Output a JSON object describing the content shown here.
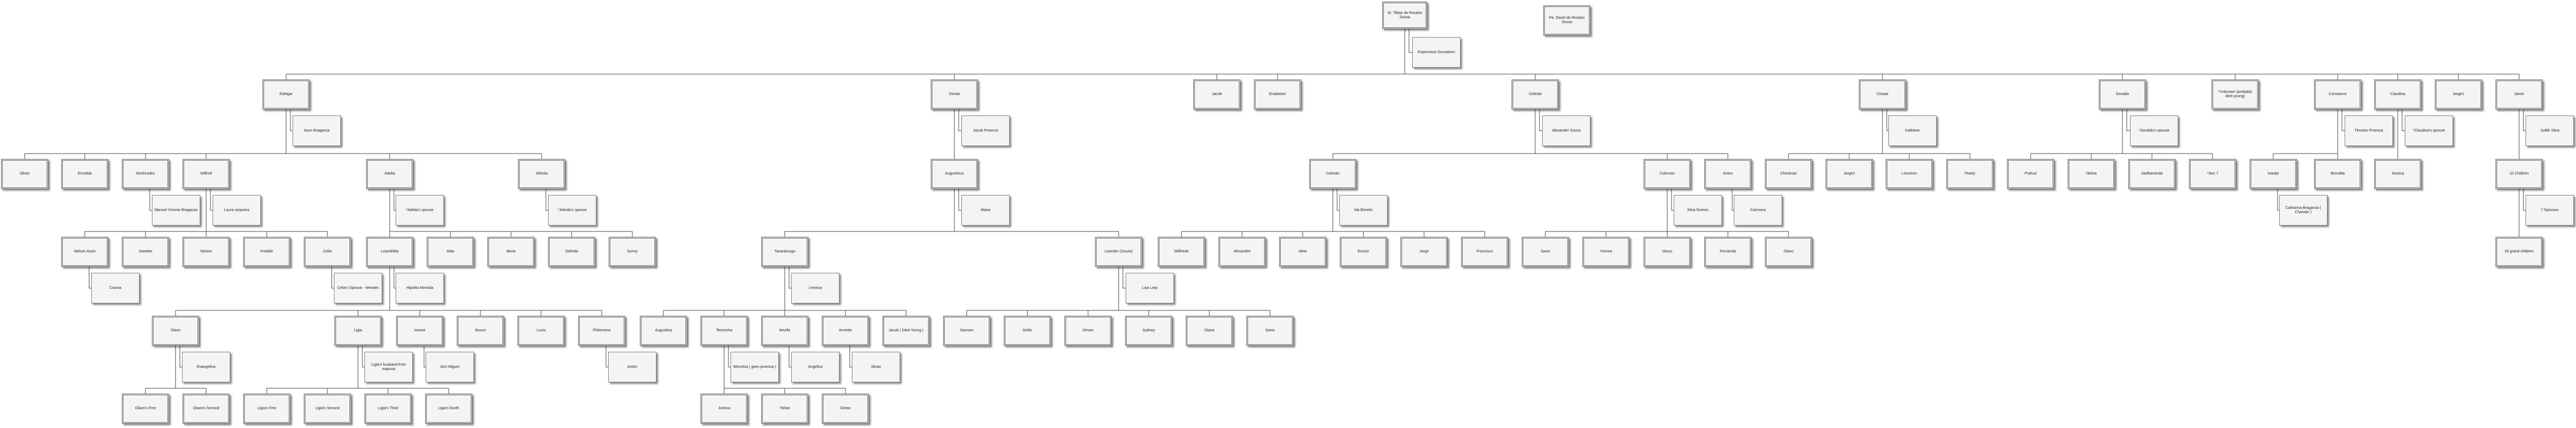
{
  "nodes": {
    "n_root1": {
      "label": "Sr. Tibias do Rosário Sousa",
      "main": true
    },
    "n_root2": {
      "label": "Pe. David do Rosário Sousa",
      "main": true
    },
    "n_esperanca": {
      "label": "Esperciosa Gonsalves",
      "main": false
    },
    "n_edegar": {
      "label": "Edeigar",
      "main": true
    },
    "n_avon": {
      "label": "Avon Braganza",
      "main": false
    },
    "n_otmila": {
      "label": "Otmila",
      "main": true
    },
    "n_jacob": {
      "label": "Jacob Proenca",
      "main": false
    },
    "n_jacob2": {
      "label": "Jacob",
      "main": true
    },
    "n_eradwiner": {
      "label": "Eradwiner",
      "main": true
    },
    "n_celinda": {
      "label": "Celinda",
      "main": true
    },
    "n_alexander": {
      "label": "Alexander Souza",
      "main": false
    },
    "n_cesaar": {
      "label": "Cesaar",
      "main": true
    },
    "n_kathleen": {
      "label": "Kathleen",
      "main": false
    },
    "n_geraldo": {
      "label": "Geraldo",
      "main": true
    },
    "n_geraldospouse": {
      "label": "*Geraldo's spouse",
      "main": false
    },
    "n_unknown": {
      "label": "*Unknown (probably died young)",
      "main": true
    },
    "n_constance": {
      "label": "Constance",
      "main": true
    },
    "n_timoteo": {
      "label": "Timoteo Proenca",
      "main": false
    },
    "n_claudina": {
      "label": "Claudina",
      "main": true
    },
    "n_claudinaspouse": {
      "label": "*Claudina's spouse",
      "main": false
    },
    "n_jorge1": {
      "label": "Jorge1",
      "main": true
    },
    "n_jaime": {
      "label": "Jaime",
      "main": true
    },
    "n_judith": {
      "label": "Judith Silva",
      "main": false
    },
    "n_olinto": {
      "label": "Olinto",
      "main": true
    },
    "n_ermelda": {
      "label": "Ermelda",
      "main": true
    },
    "n_gerthrudes": {
      "label": "Gerthrudes",
      "main": true
    },
    "n_manuelvicente": {
      "label": "Manuel Vicente Braganza",
      "main": false
    },
    "n_wilfred": {
      "label": "Wilfred",
      "main": true
    },
    "n_laurasequeira": {
      "label": "Laura sequeira",
      "main": false
    },
    "n_adelia": {
      "label": "Adelia",
      "main": true
    },
    "n_adeliaspouse": {
      "label": "*Adelia's spouse",
      "main": false
    },
    "n_jelinda": {
      "label": "Jelinda",
      "main": true
    },
    "n_jelindaspouse": {
      "label": "*Jelinda's spouse",
      "main": false
    },
    "n_augustinus": {
      "label": "Augustinus",
      "main": true
    },
    "n_maria": {
      "label": "Maria",
      "main": false
    },
    "n_celestin": {
      "label": "Celestin",
      "main": true
    },
    "n_idaberetto": {
      "label": "Ida Beretto",
      "main": false
    },
    "n_coloman": {
      "label": "Coloman",
      "main": true
    },
    "n_silvagomes": {
      "label": "Silva Gomes",
      "main": false
    },
    "n_anton": {
      "label": "Anton",
      "main": true
    },
    "n_carmona": {
      "label": "Carmona",
      "main": false
    },
    "n_christinas": {
      "label": "Christinas",
      "main": true
    },
    "n_jorge2": {
      "label": "Jorge2",
      "main": true
    },
    "n_leonines": {
      "label": "Leonines",
      "main": true
    },
    "n_pearly": {
      "label": "Pearly",
      "main": true
    },
    "n_prafuul": {
      "label": "Prafuul",
      "main": true
    },
    "n_nitsha": {
      "label": "Nitsha",
      "main": true
    },
    "n_sadhananda": {
      "label": "Sadhananda",
      "main": true
    },
    "n_son7": {
      "label": "*Son 7",
      "main": true
    },
    "n_ivantjo": {
      "label": "Ivantjo",
      "main": true
    },
    "n_catharina": {
      "label": "Catharina Braganza ( Chandor )",
      "main": false
    },
    "n_brendita": {
      "label": "Brendita",
      "main": true
    },
    "n_jessica": {
      "label": "Jessica",
      "main": true
    },
    "n_10children": {
      "label": "10 Children",
      "main": true
    },
    "n_7spouses": {
      "label": "7 Spouses",
      "main": false
    },
    "n_28grand": {
      "label": "28 grand children",
      "main": true
    },
    "n_nelsonassis": {
      "label": "Nelson Assis",
      "main": true
    },
    "n_cosma": {
      "label": "Cosma",
      "main": false
    },
    "n_jewelee": {
      "label": "Jewelee",
      "main": true
    },
    "n_nelson": {
      "label": "Nelson",
      "main": true
    },
    "n_freddie": {
      "label": "Freddie",
      "main": true
    },
    "n_celia": {
      "label": "Celia",
      "main": true
    },
    "n_celiaspouse": {
      "label": "Celia's Spouse - Mendes",
      "main": false
    },
    "n_leandrilda": {
      "label": "Leandrilda",
      "main": true
    },
    "n_hipolito": {
      "label": "Hipolito Almeida",
      "main": false
    },
    "n_alda": {
      "label": "Alda",
      "main": true
    },
    "n_berta": {
      "label": "Berta",
      "main": true
    },
    "n_delinda": {
      "label": "Delinda",
      "main": true
    },
    "n_sunny": {
      "label": "Sunny",
      "main": true
    },
    "n_tavaratunga": {
      "label": "Tavaratunga",
      "main": true
    },
    "n_leonica": {
      "label": "Leonica",
      "main": false
    },
    "n_leandersouza": {
      "label": "Leander (Souza)",
      "main": true
    },
    "n_lisaleta": {
      "label": "Lisa Leta",
      "main": false
    },
    "n_wilfriedo": {
      "label": "Wilfriedo",
      "main": true
    },
    "n_alexandre": {
      "label": "Alexandre",
      "main": true
    },
    "n_aline": {
      "label": "Aline",
      "main": true
    },
    "n_eunice": {
      "label": "Eunice",
      "main": true
    },
    "n_jorge": {
      "label": "Jorge",
      "main": true
    },
    "n_francisco": {
      "label": "Francisco",
      "main": true
    },
    "n_savio": {
      "label": "Savio",
      "main": true
    },
    "n_yvonne": {
      "label": "Yvonne",
      "main": true
    },
    "n_vasco": {
      "label": "Vasco",
      "main": true
    },
    "n_fernanda": {
      "label": "Fernanda",
      "main": true
    },
    "n_olavo2": {
      "label": "Olavo",
      "main": true
    },
    "n_olavo": {
      "label": "Olavo",
      "main": true
    },
    "n_evangelina": {
      "label": "Evangelina",
      "main": false
    },
    "n_ligia": {
      "label": "Ligia",
      "main": true
    },
    "n_ligiashusband": {
      "label": "Ligia's husband from mapusa",
      "main": false
    },
    "n_ivonne": {
      "label": "Ivonne",
      "main": true
    },
    "n_gerimiguel": {
      "label": "Geri Miguel",
      "main": false
    },
    "n_bosco": {
      "label": "Bosco",
      "main": true
    },
    "n_lucio": {
      "label": "Lucio",
      "main": true
    },
    "n_philomena": {
      "label": "Philomena",
      "main": true
    },
    "n_anton2": {
      "label": "Anton",
      "main": false
    },
    "n_augustina": {
      "label": "Augustina",
      "main": true
    },
    "n_teresinha": {
      "label": "Teresinha",
      "main": true
    },
    "n_wenshia": {
      "label": "Wenshia ( goes proenca )",
      "main": false
    },
    "n_neville": {
      "label": "Neville",
      "main": true
    },
    "n_angelica": {
      "label": "Angelica",
      "main": false
    },
    "n_annette": {
      "label": "Annette",
      "main": true
    },
    "n_silvan": {
      "label": "Silvan",
      "main": false
    },
    "n_jacobdied": {
      "label": "Jacob ( Died Young )",
      "main": true
    },
    "n_samson": {
      "label": "Samson",
      "main": true
    },
    "n_delilo": {
      "label": "Delilo",
      "main": true
    },
    "n_devon": {
      "label": "Devon",
      "main": true
    },
    "n_sydney": {
      "label": "Sydney",
      "main": true
    },
    "n_diana": {
      "label": "Diana",
      "main": true
    },
    "n_savio2": {
      "label": "Savio",
      "main": true
    },
    "n_olavofirst": {
      "label": "Olavo's First",
      "main": true
    },
    "n_olavosecond": {
      "label": "Olavo's Second",
      "main": true
    },
    "n_ligiafirst": {
      "label": "Ligia's First",
      "main": true
    },
    "n_ligiasecond": {
      "label": "Ligia's Second",
      "main": true
    },
    "n_ligiathird": {
      "label": "Ligia's Third",
      "main": true
    },
    "n_ligiafourth": {
      "label": "Ligia's fourth",
      "main": true
    },
    "n_joshua": {
      "label": "Joshua",
      "main": true
    },
    "n_yohan": {
      "label": "Yohan",
      "main": true
    },
    "n_doran": {
      "label": "Doran",
      "main": true
    }
  },
  "edges": [
    {
      "from": "n_root1",
      "to": "n_edegar"
    },
    {
      "from": "n_root1",
      "to": "n_otmila"
    },
    {
      "from": "n_root1",
      "to": "n_jacob2"
    },
    {
      "from": "n_root1",
      "to": "n_eradwiner"
    },
    {
      "from": "n_root1",
      "to": "n_celinda"
    },
    {
      "from": "n_root1",
      "to": "n_cesaar"
    },
    {
      "from": "n_root1",
      "to": "n_geraldo"
    },
    {
      "from": "n_root1",
      "to": "n_unknown"
    },
    {
      "from": "n_root1",
      "to": "n_constance"
    },
    {
      "from": "n_root1",
      "to": "n_claudina"
    },
    {
      "from": "n_root1",
      "to": "n_jorge1"
    },
    {
      "from": "n_root1",
      "to": "n_jaime"
    },
    {
      "from": "n_edegar",
      "to": "n_olinto"
    },
    {
      "from": "n_edegar",
      "to": "n_ermelda"
    },
    {
      "from": "n_edegar",
      "to": "n_gerthrudes"
    },
    {
      "from": "n_edegar",
      "to": "n_wilfred"
    },
    {
      "from": "n_edegar",
      "to": "n_adelia"
    },
    {
      "from": "n_edegar",
      "to": "n_jelinda"
    },
    {
      "from": "n_otmila",
      "to": "n_augustinus"
    },
    {
      "from": "n_celinda",
      "to": "n_celestin"
    },
    {
      "from": "n_celinda",
      "to": "n_coloman"
    },
    {
      "from": "n_celinda",
      "to": "n_anton"
    },
    {
      "from": "n_cesaar",
      "to": "n_christinas"
    },
    {
      "from": "n_cesaar",
      "to": "n_jorge2"
    },
    {
      "from": "n_cesaar",
      "to": "n_leonines"
    },
    {
      "from": "n_cesaar",
      "to": "n_pearly"
    },
    {
      "from": "n_geraldo",
      "to": "n_prafuul"
    },
    {
      "from": "n_geraldo",
      "to": "n_nitsha"
    },
    {
      "from": "n_geraldo",
      "to": "n_sadhananda"
    },
    {
      "from": "n_geraldo",
      "to": "n_son7"
    },
    {
      "from": "n_constance",
      "to": "n_ivantjo"
    },
    {
      "from": "n_constance",
      "to": "n_brendita"
    },
    {
      "from": "n_claudina",
      "to": "n_jessica"
    },
    {
      "from": "n_jaime",
      "to": "n_10children"
    },
    {
      "from": "n_10children",
      "to": "n_28grand"
    },
    {
      "from": "n_wilfred",
      "to": "n_nelsonassis"
    },
    {
      "from": "n_wilfred",
      "to": "n_jewelee"
    },
    {
      "from": "n_wilfred",
      "to": "n_nelson"
    },
    {
      "from": "n_wilfred",
      "to": "n_freddie"
    },
    {
      "from": "n_wilfred",
      "to": "n_celia"
    },
    {
      "from": "n_adelia",
      "to": "n_leandrilda"
    },
    {
      "from": "n_adelia",
      "to": "n_alda"
    },
    {
      "from": "n_adelia",
      "to": "n_berta"
    },
    {
      "from": "n_adelia",
      "to": "n_delinda"
    },
    {
      "from": "n_adelia",
      "to": "n_sunny"
    },
    {
      "from": "n_augustinus",
      "to": "n_tavaratunga"
    },
    {
      "from": "n_augustinus",
      "to": "n_leandersouza"
    },
    {
      "from": "n_celestin",
      "to": "n_wilfriedo"
    },
    {
      "from": "n_celestin",
      "to": "n_alexandre"
    },
    {
      "from": "n_celestin",
      "to": "n_aline"
    },
    {
      "from": "n_celestin",
      "to": "n_eunice"
    },
    {
      "from": "n_celestin",
      "to": "n_jorge"
    },
    {
      "from": "n_celestin",
      "to": "n_francisco"
    },
    {
      "from": "n_coloman",
      "to": "n_savio"
    },
    {
      "from": "n_coloman",
      "to": "n_yvonne"
    },
    {
      "from": "n_coloman",
      "to": "n_vasco"
    },
    {
      "from": "n_coloman",
      "to": "n_fernanda"
    },
    {
      "from": "n_coloman",
      "to": "n_olavo2"
    },
    {
      "from": "n_leandrilda",
      "to": "n_olavo"
    },
    {
      "from": "n_leandrilda",
      "to": "n_ligia"
    },
    {
      "from": "n_leandrilda",
      "to": "n_ivonne"
    },
    {
      "from": "n_leandrilda",
      "to": "n_bosco"
    },
    {
      "from": "n_leandrilda",
      "to": "n_lucio"
    },
    {
      "from": "n_leandrilda",
      "to": "n_philomena"
    },
    {
      "from": "n_tavaratunga",
      "to": "n_augustina"
    },
    {
      "from": "n_tavaratunga",
      "to": "n_teresinha"
    },
    {
      "from": "n_tavaratunga",
      "to": "n_neville"
    },
    {
      "from": "n_tavaratunga",
      "to": "n_annette"
    },
    {
      "from": "n_tavaratunga",
      "to": "n_jacobdied"
    },
    {
      "from": "n_leandersouza",
      "to": "n_samson"
    },
    {
      "from": "n_leandersouza",
      "to": "n_delilo"
    },
    {
      "from": "n_leandersouza",
      "to": "n_devon"
    },
    {
      "from": "n_leandersouza",
      "to": "n_sydney"
    },
    {
      "from": "n_leandersouza",
      "to": "n_diana"
    },
    {
      "from": "n_leandersouza",
      "to": "n_savio2"
    },
    {
      "from": "n_olavo",
      "to": "n_olavofirst"
    },
    {
      "from": "n_olavo",
      "to": "n_olavosecond"
    },
    {
      "from": "n_ligia",
      "to": "n_ligiafirst"
    },
    {
      "from": "n_ligia",
      "to": "n_ligiasecond"
    },
    {
      "from": "n_ligia",
      "to": "n_ligiathird"
    },
    {
      "from": "n_ligia",
      "to": "n_ligiafourth"
    },
    {
      "from": "n_teresinha",
      "to": "n_joshua"
    },
    {
      "from": "n_teresinha",
      "to": "n_yohan"
    },
    {
      "from": "n_teresinha",
      "to": "n_doran"
    }
  ],
  "spouses": [
    {
      "person": "n_root1",
      "spouse": "n_esperanca"
    },
    {
      "person": "n_edegar",
      "spouse": "n_avon"
    },
    {
      "person": "n_otmila",
      "spouse": "n_jacob"
    },
    {
      "person": "n_celinda",
      "spouse": "n_alexander"
    },
    {
      "person": "n_cesaar",
      "spouse": "n_kathleen"
    },
    {
      "person": "n_geraldo",
      "spouse": "n_geraldospouse"
    },
    {
      "person": "n_constance",
      "spouse": "n_timoteo"
    },
    {
      "person": "n_claudina",
      "spouse": "n_claudinaspouse"
    },
    {
      "person": "n_jaime",
      "spouse": "n_judith"
    },
    {
      "person": "n_gerthrudes",
      "spouse": "n_manuelvicente"
    },
    {
      "person": "n_wilfred",
      "spouse": "n_laurasequeira"
    },
    {
      "person": "n_adelia",
      "spouse": "n_adeliaspouse"
    },
    {
      "person": "n_jelinda",
      "spouse": "n_jelindaspouse"
    },
    {
      "person": "n_augustinus",
      "spouse": "n_maria"
    },
    {
      "person": "n_celestin",
      "spouse": "n_idaberetto"
    },
    {
      "person": "n_coloman",
      "spouse": "n_silvagomes"
    },
    {
      "person": "n_anton",
      "spouse": "n_carmona"
    },
    {
      "person": "n_ivantjo",
      "spouse": "n_catharina"
    },
    {
      "person": "n_10children",
      "spouse": "n_7spouses"
    },
    {
      "person": "n_nelsonassis",
      "spouse": "n_cosma"
    },
    {
      "person": "n_celia",
      "spouse": "n_celiaspouse"
    },
    {
      "person": "n_leandrilda",
      "spouse": "n_hipolito"
    },
    {
      "person": "n_tavaratunga",
      "spouse": "n_leonica"
    },
    {
      "person": "n_leandersouza",
      "spouse": "n_lisaleta"
    },
    {
      "person": "n_olavo",
      "spouse": "n_evangelina"
    },
    {
      "person": "n_ligia",
      "spouse": "n_ligiashusband"
    },
    {
      "person": "n_ivonne",
      "spouse": "n_gerimiguel"
    },
    {
      "person": "n_philomena",
      "spouse": "n_anton2"
    },
    {
      "person": "n_teresinha",
      "spouse": "n_wenshia"
    },
    {
      "person": "n_neville",
      "spouse": "n_angelica"
    },
    {
      "person": "n_annette",
      "spouse": "n_silvan"
    }
  ]
}
